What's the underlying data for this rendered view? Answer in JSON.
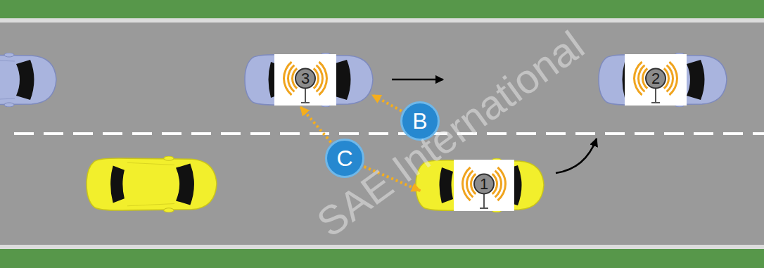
{
  "diagram": {
    "nodes": [
      {
        "text": [
          "3"
        ]
      },
      {
        "text": [
          "2"
        ]
      },
      {
        "text": [
          "B"
        ]
      },
      {
        "text": [
          "C"
        ]
      },
      {
        "text": [
          "1"
        ]
      }
    ],
    "edges": [
      {
        "from": 2,
        "to": 0,
        "arrow": "to"
      },
      {
        "from": 3,
        "to": 0,
        "arrow": "to"
      },
      {
        "from": 3,
        "to": 4,
        "arrow": "to"
      }
    ],
    "labels": [
      "SAE International"
    ]
  }
}
